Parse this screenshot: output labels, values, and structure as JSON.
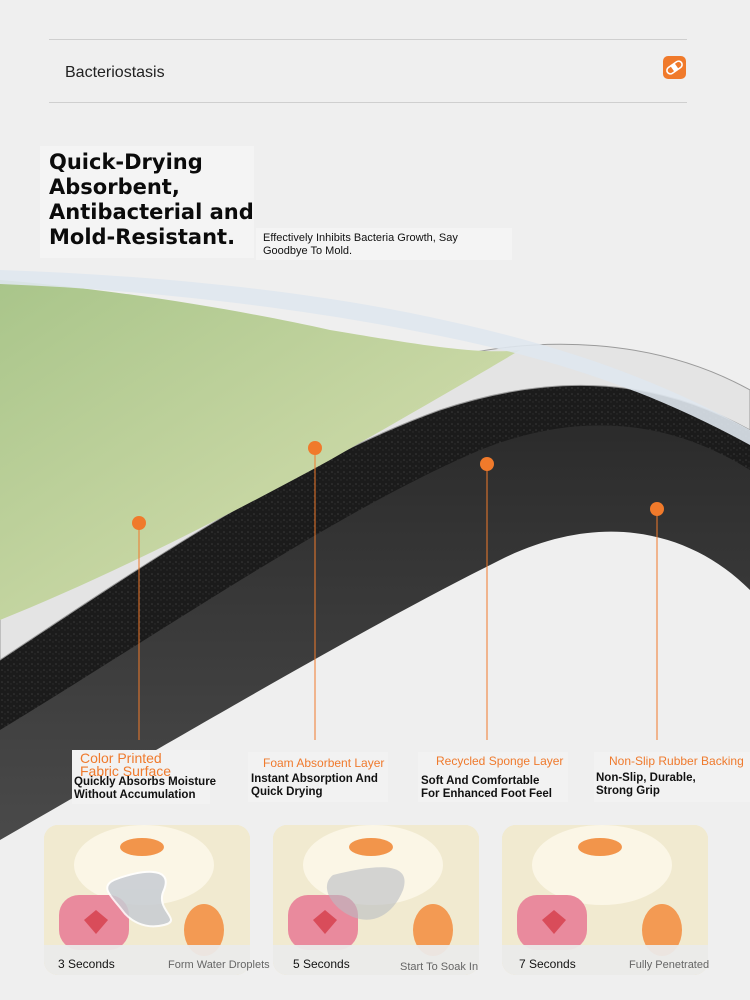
{
  "header": {
    "label": "Bacteriostasis",
    "icon": "bandage-icon"
  },
  "headline": {
    "lines": [
      "Quick-Drying",
      "Absorbent,",
      "Antibacterial and",
      "Mold-Resistant."
    ]
  },
  "subtext": {
    "lines": [
      "Effectively Inhibits Bacteria Growth, Say",
      "Goodbye To Mold."
    ]
  },
  "layers": [
    {
      "title_lines": [
        "Color Printed",
        "Fabric Surface"
      ],
      "desc_lines": [
        "Quickly Absorbs Moisture",
        "Without Accumulation"
      ]
    },
    {
      "title_lines": [
        "Foam Absorbent Layer"
      ],
      "desc_lines": [
        "Instant Absorption And",
        "Quick Drying"
      ]
    },
    {
      "title_lines": [
        "Recycled Sponge Layer"
      ],
      "desc_lines": [
        "Soft And Comfortable",
        "For Enhanced Foot Feel"
      ]
    },
    {
      "title_lines": [
        "Non-Slip Rubber Backing"
      ],
      "desc_lines": [
        "Non-Slip, Durable,",
        "Strong Grip"
      ]
    }
  ],
  "cards": [
    {
      "time": "3 Seconds",
      "state": "Form Water Droplets"
    },
    {
      "time": "5 Seconds",
      "state": "Start To Soak In"
    },
    {
      "time": "7 Seconds",
      "state": "Fully Penetrated"
    }
  ],
  "colors": {
    "accent": "#f07a2b",
    "background": "#efefef",
    "fabric": "#b9cf9a",
    "foam": "#e7e7e7",
    "sponge": "#1f1f1f",
    "rubber": "#3a3a3a"
  }
}
